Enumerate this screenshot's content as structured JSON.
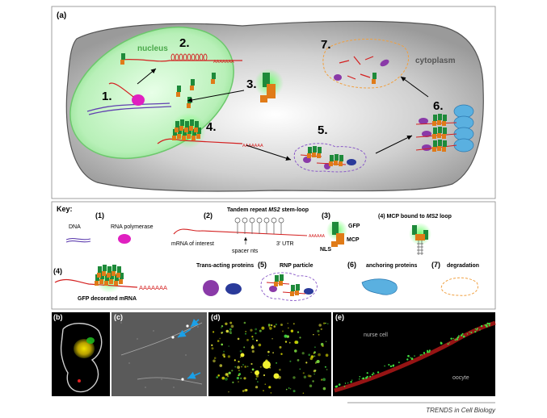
{
  "panel_a": {
    "label": "(a)",
    "nucleus": "nucleus",
    "cytoplasm": "cytoplasm",
    "steps": [
      "1.",
      "2.",
      "3.",
      "4.",
      "5.",
      "6.",
      "7."
    ],
    "poly_a": "AAAAAAA"
  },
  "key": {
    "title": "Key:",
    "n1": "(1)",
    "dna": "DNA",
    "rna_pol": "RNA polymerase",
    "n2": "(2)",
    "stem_loop_pre": "Tandem repeat ",
    "stem_loop_italic": "MS2",
    "stem_loop_post": " stem-loop",
    "mrna_interest": "mRNA of interest",
    "spacer": "spacer nts",
    "utr": "3' UTR",
    "poly_a_small": "AAAAAA",
    "n3": "(3)",
    "gfp": "GFP",
    "nls": "NLS",
    "mcp": "MCP",
    "n4a_pre": "(4) MCP bound to ",
    "n4a_italic": "MS2",
    "n4a_post": " loop",
    "n4b": "(4)",
    "gfp_mrna": "GFP decorated mRNA",
    "poly_a_big": "AAAAAAA",
    "trans_acting": "Trans-acting proteins",
    "n5": "(5)",
    "rnp": "RNP particle",
    "n6": "(6)",
    "anchoring": "anchoring proteins",
    "n7": "(7)",
    "degradation": "degradation"
  },
  "micrographs": {
    "b": "(b)",
    "c": "(c)",
    "d": "(d)",
    "e": "(e)",
    "nurse_cell": "nurse cell",
    "oocyte": "oocyte"
  },
  "credit": "TRENDS in Cell Biology",
  "colors": {
    "gfp_green": "#1e8a3a",
    "glow_green": "#66ff66",
    "mcp_orange": "#e07b18",
    "mrna_red": "#d42020",
    "dna_purple": "#6040b0",
    "pol_magenta": "#e020c0",
    "trans_purple": "#8a3aa8",
    "trans_navy": "#2a3a9a",
    "anchor_blue": "#5ab0e0",
    "degrade_orange": "#f0a040",
    "arrow_blue": "#1aa0e8"
  }
}
